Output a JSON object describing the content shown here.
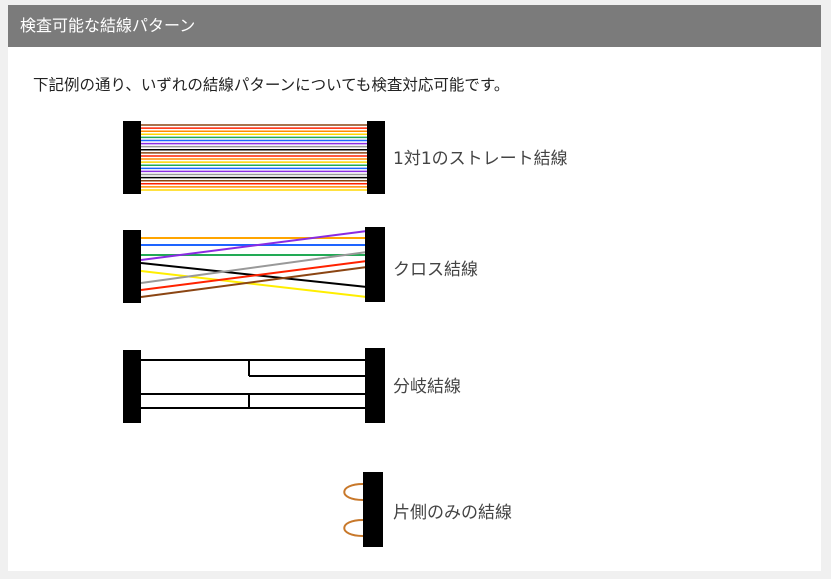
{
  "header": {
    "title": "検査可能な結線パターン"
  },
  "intro": "下記例の通り、いずれの結線パターンについても検査対応可能です。",
  "patterns": {
    "straight": {
      "label": "1対1のストレート結線"
    },
    "cross": {
      "label": "クロス結線"
    },
    "branch": {
      "label": "分岐結線"
    },
    "single": {
      "label": "片側のみの結線"
    }
  },
  "colors": {
    "connector": "#000000",
    "wire_colors": [
      "#8b4513",
      "#ff2200",
      "#ff8c00",
      "#ffd700",
      "#22aa55",
      "#1e64ff",
      "#8a2be2",
      "#999999",
      "#000000"
    ],
    "loop_wire": "#c8782a"
  }
}
